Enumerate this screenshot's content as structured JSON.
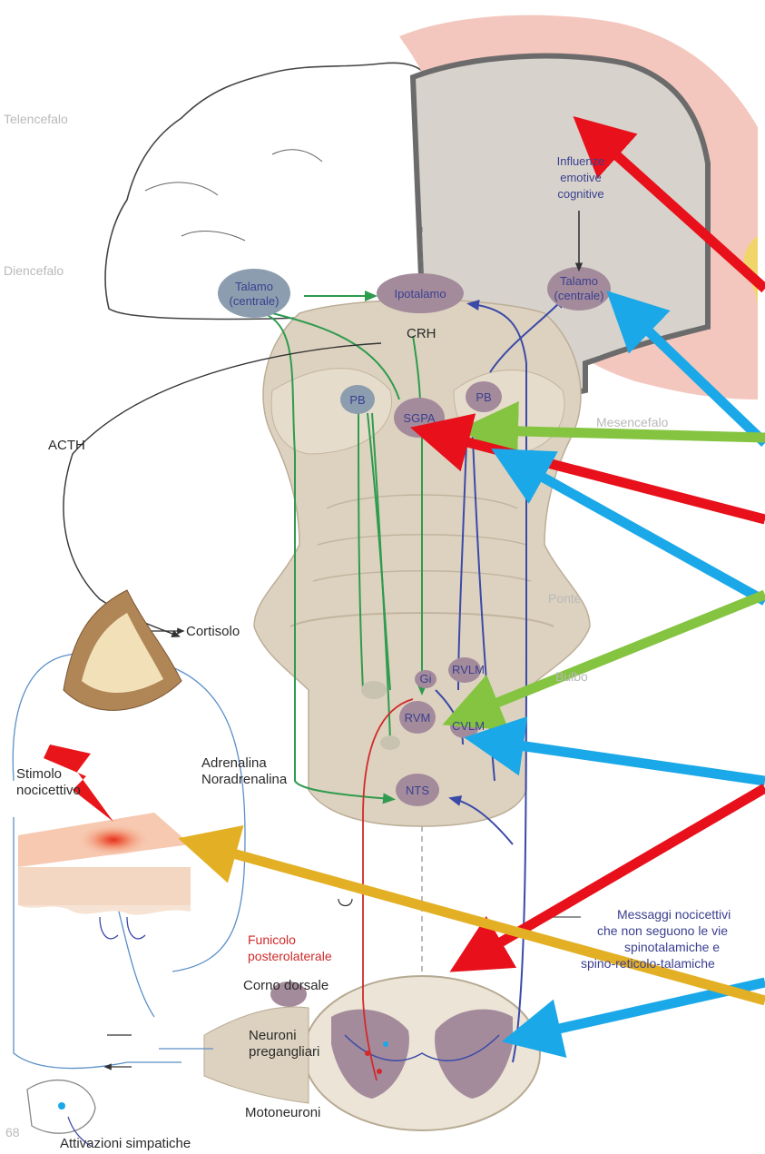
{
  "regions": {
    "telencefalo": "Telencefalo",
    "diencefalo": "Diencefalo",
    "mesencefalo": "Mesencefalo",
    "ponte": "Ponte",
    "bulbo": "Bulbo"
  },
  "cortex_label": [
    "Influenze",
    "emotive",
    "cognitive"
  ],
  "nuclei": {
    "talamo_left": [
      "Talamo",
      "(centrale)"
    ],
    "ipotalamo": "Ipotalamo",
    "talamo_right": [
      "Talamo",
      "(centrale)"
    ],
    "crh": "CRH",
    "pb_left": "PB",
    "sgpa": "SGPA",
    "pb_right": "PB",
    "dl": "Gi",
    "rvlm": "RVLM",
    "rvm": "RVM",
    "cvlm": "CVLM",
    "nts": "NTS"
  },
  "labels": {
    "acth": "ACTH",
    "cortisolo": "Cortisolo",
    "adrenalina": [
      "Adrenalina",
      "Noradrenalina"
    ],
    "stimolo": [
      "Stimolo",
      "nocicettivo"
    ],
    "funicolo": [
      "Funicolo",
      "posterolaterale"
    ],
    "corno": "Corno dorsale",
    "neuroni": [
      "Neuroni",
      "pregangliari"
    ],
    "motoneuroni": "Motoneuroni",
    "attivazioni": "Attivazioni simpatiche",
    "messaggi": [
      "Messaggi nocicettivi",
      "che non seguono le vie",
      "spinotalamiche e",
      "spino-reticolo-talamiche"
    ],
    "page_number": "68"
  },
  "colors": {
    "red_arrow": "#e8101a",
    "blue_arrow": "#1aa8e8",
    "green_arrow": "#84c441",
    "yellow_arrow": "#e3b025",
    "pathway_green": "#2e9b4e",
    "pathway_blue": "#3b4aa8",
    "pathway_red": "#d12a2a",
    "nucleus_fill": "#a48b9c",
    "brainstem_fill": "#ddd2c0",
    "cortex_fill": "#f4c7be"
  },
  "icons": [
    "lightning-bolt-icon",
    "adrenal-gland-icon",
    "skin-block-icon",
    "spinal-cord-section-icon"
  ]
}
